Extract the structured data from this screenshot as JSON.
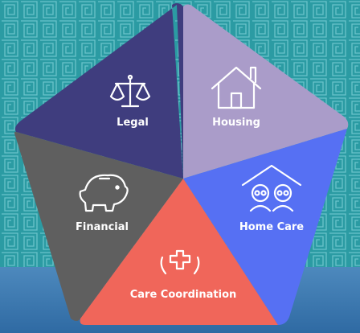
{
  "diagram": {
    "type": "pentagon-segments",
    "segments": [
      {
        "key": "legal",
        "label": "Legal",
        "icon": "scales-icon",
        "color": "#3f3d7e"
      },
      {
        "key": "housing",
        "label": "Housing",
        "icon": "house-icon",
        "color": "#aa9cc9"
      },
      {
        "key": "homecare",
        "label": "Home Care",
        "icon": "elderly-couple-home-icon",
        "color": "#5670f3"
      },
      {
        "key": "care",
        "label": "Care Coordination",
        "icon": "hands-medical-cross-icon",
        "color": "#f0665a"
      },
      {
        "key": "financial",
        "label": "Financial",
        "icon": "piggy-bank-icon",
        "color": "#5f5f5f"
      }
    ],
    "background": {
      "pattern_color": "#2b9ba3",
      "line_color": "#7fd0d6",
      "water_color": "#3e7fb5"
    }
  }
}
